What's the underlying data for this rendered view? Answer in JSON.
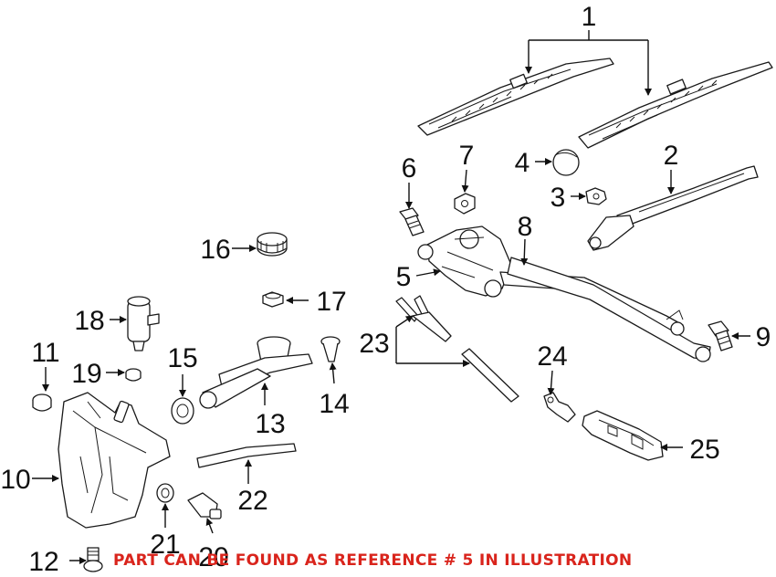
{
  "callouts": [
    "1",
    "2",
    "3",
    "4",
    "5",
    "6",
    "7",
    "8",
    "9",
    "10",
    "11",
    "12",
    "13",
    "14",
    "15",
    "16",
    "17",
    "18",
    "19",
    "20",
    "21",
    "22",
    "23",
    "24",
    "25"
  ],
  "notice": "PART CAN BE FOUND AS REFERENCE # 5 IN ILLUSTRATION",
  "colors": {
    "notice": "#d9241c",
    "lines": "#1a1a1a",
    "background": "#ffffff"
  }
}
